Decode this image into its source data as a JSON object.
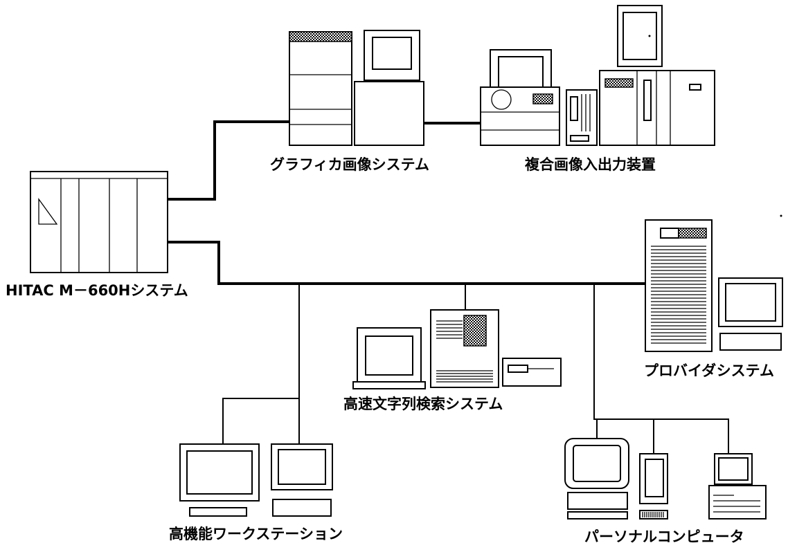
{
  "labels": {
    "mainframe": "HITAC M－660Hシステム",
    "graphics": "グラフィカ画像システム",
    "composite": "複合画像入出力装置",
    "provider": "プロバイダシステム",
    "search": "高速文字列検索システム",
    "workstation": "高機能ワークステーション",
    "pc": "パーソナルコンピュータ"
  }
}
